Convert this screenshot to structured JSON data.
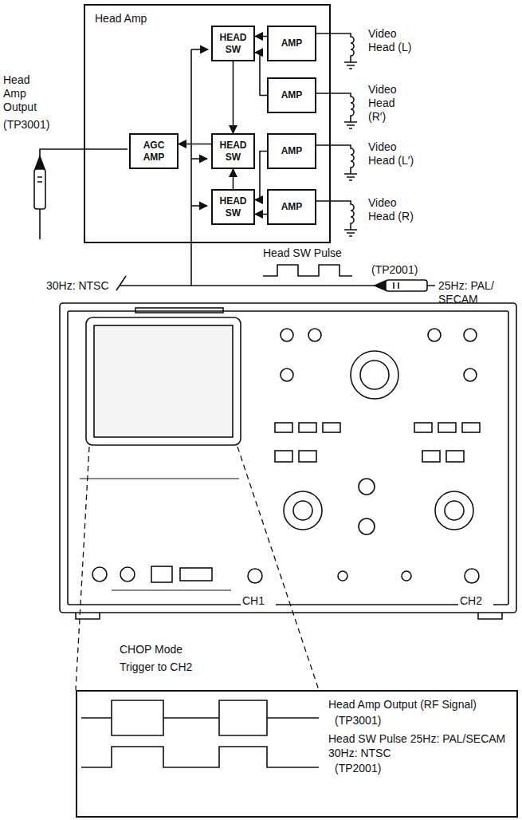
{
  "diagram": {
    "nodes": [
      {
        "text": [
          "Head Amp"
        ]
      },
      {
        "text": [
          "HEAD SW"
        ],
        "in": 0
      },
      {
        "text": [
          "AMP"
        ],
        "in": 0
      },
      {
        "text": [
          "AMP"
        ],
        "in": 0
      },
      {
        "text": [
          "AGC AMP"
        ],
        "in": 0
      },
      {
        "text": [
          "HEAD SW"
        ],
        "in": 0
      },
      {
        "text": [
          "AMP"
        ],
        "in": 0
      },
      {
        "text": [
          "HEAD SW"
        ],
        "in": 0
      },
      {
        "text": [
          "AMP"
        ],
        "in": 0
      },
      {
        "text": [
          "Head Amp Output (RF Signal)",
          "(TP3001)",
          "Head SW Pulse 25Hz: PAL/SECAM 30Hz: NTSC",
          "(TP2001)"
        ]
      }
    ],
    "edges": [
      {
        "from": 2,
        "to": 1,
        "arrow": "to"
      },
      {
        "from": 3,
        "to": 1,
        "arrow": "to"
      },
      {
        "from": 1,
        "to": 5,
        "arrow": "to"
      },
      {
        "from": 7,
        "to": 5,
        "arrow": "to"
      },
      {
        "from": 5,
        "to": 4,
        "arrow": "to"
      },
      {
        "from": 6,
        "to": 7,
        "arrow": "to"
      },
      {
        "from": 8,
        "to": 7,
        "arrow": "to"
      }
    ],
    "labels": [
      "Head Amp Output",
      "(TP3001)",
      "Video Head (L)",
      "Video Head (R′)",
      "Video Head (L′)",
      "Video Head (R)",
      "Head SW Pulse",
      "(TP2001)",
      "30Hz: NTSC",
      "25Hz: PAL/ SECAM",
      "CH1",
      "CH2",
      "CHOP Mode",
      "Trigger to CH2"
    ]
  }
}
